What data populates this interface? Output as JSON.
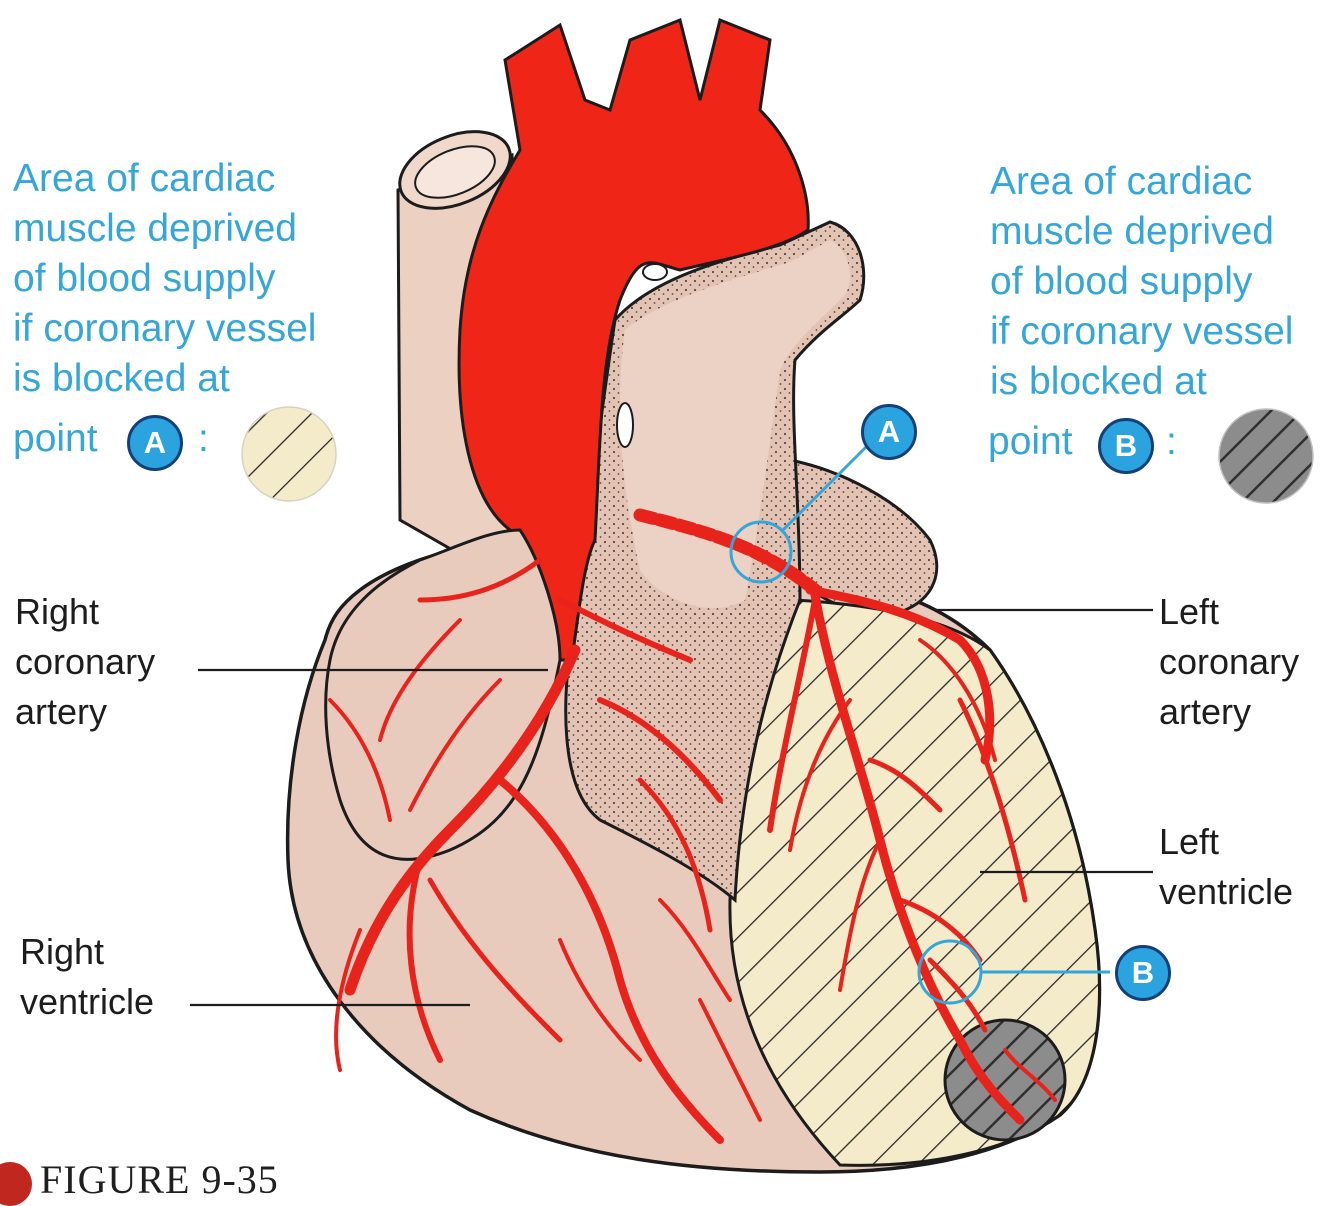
{
  "captions": {
    "left": {
      "lines": [
        "Area of cardiac",
        "muscle deprived",
        "of blood supply",
        "if coronary vessel",
        "is blocked at"
      ],
      "point_word": "point",
      "point_letter": "A",
      "colon": ":"
    },
    "right": {
      "lines": [
        "Area of cardiac",
        "muscle deprived",
        "of blood supply",
        "if coronary vessel",
        "is blocked at"
      ],
      "point_word": "point",
      "point_letter": "B",
      "colon": ":"
    }
  },
  "labels": {
    "right_coronary": [
      "Right",
      "coronary",
      "artery"
    ],
    "right_ventricle": [
      "Right",
      "ventricle"
    ],
    "left_coronary": [
      "Left",
      "coronary",
      "artery"
    ],
    "left_ventricle": [
      "Left",
      "ventricle"
    ]
  },
  "markers": {
    "a": "A",
    "b": "B"
  },
  "figure_title": "FIGURE 9-35",
  "colors": {
    "caption_blue": "#35a6da",
    "badge_blue": "#2aa3de",
    "artery_red": "#e8231c",
    "heart_tissue": "#e9cbbd",
    "hatched_area": "#f4ebcb",
    "infarct_gray": "#8a8a8a"
  }
}
